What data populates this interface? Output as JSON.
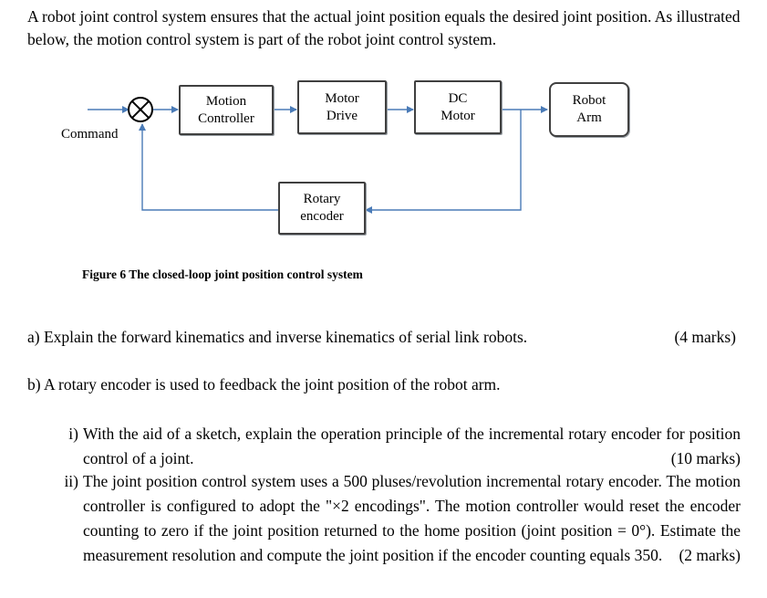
{
  "intro": "A robot joint control system ensures that the actual joint position equals the desired joint position. As illustrated below, the motion control system is part of the robot joint control system.",
  "diagram": {
    "input_label": "Command",
    "blocks": {
      "motion_controller": [
        "Motion",
        "Controller"
      ],
      "motor_drive": [
        "Motor",
        "Drive"
      ],
      "dc_motor": [
        "DC",
        "Motor"
      ],
      "robot_arm": [
        "Robot",
        "Arm"
      ],
      "rotary_encoder": [
        "Rotary",
        "encoder"
      ]
    },
    "colors": {
      "arrow": "#4a7bb7",
      "border": "#404040"
    }
  },
  "caption": "Figure 6 The closed-loop joint position control system",
  "question_a": {
    "text": "a) Explain the forward kinematics and inverse kinematics of serial link robots.",
    "marks": "(4 marks)"
  },
  "question_b": {
    "text": "b) A rotary encoder is used to feedback the joint position of the robot arm.",
    "parts": [
      {
        "num": "i)",
        "text": "With the aid of a sketch, explain the operation principle of the incremental rotary encoder for position control of a joint.",
        "marks": "(10 marks)"
      },
      {
        "num": "ii)",
        "text": "The joint position control system uses a 500 pluses/revolution incremental rotary encoder. The motion controller is configured to adopt the \"×2 encodings\". The motion controller would reset the encoder counting to zero if the joint position returned to the home position (joint position = 0°). Estimate the measurement resolution and compute the joint position if the encoder counting equals 350.",
        "marks": "(2 marks)"
      }
    ]
  }
}
